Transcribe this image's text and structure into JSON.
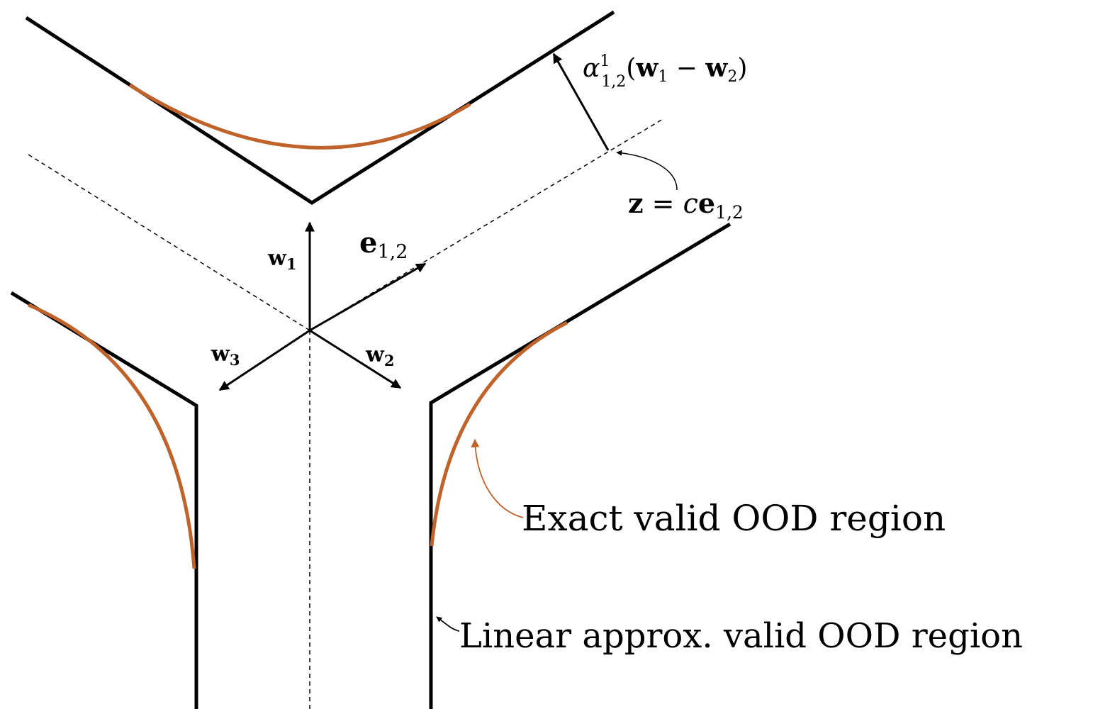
{
  "labels": {
    "w1": {
      "base": "w",
      "sub": "1"
    },
    "w2": {
      "base": "w",
      "sub": "2"
    },
    "w3": {
      "base": "w",
      "sub": "3"
    },
    "e12": {
      "base": "e",
      "sub": "1,2"
    },
    "alpha": {
      "sym": "α",
      "sup": "1",
      "sub": "1,2",
      "open": "(",
      "wa": "w",
      "wa_sub": "1",
      "minus": " − ",
      "wb": "w",
      "wb_sub": "2",
      "close": ")"
    },
    "z": {
      "lhs": "z",
      "eq": " = ",
      "c": "c",
      "e": "e",
      "sub": "1,2"
    },
    "exact": "Exact valid OOD region",
    "linear": "Linear approx. valid OOD region"
  },
  "colors": {
    "line": "#000000",
    "curve": "#c0632b",
    "exact_text": "#d6472a"
  }
}
